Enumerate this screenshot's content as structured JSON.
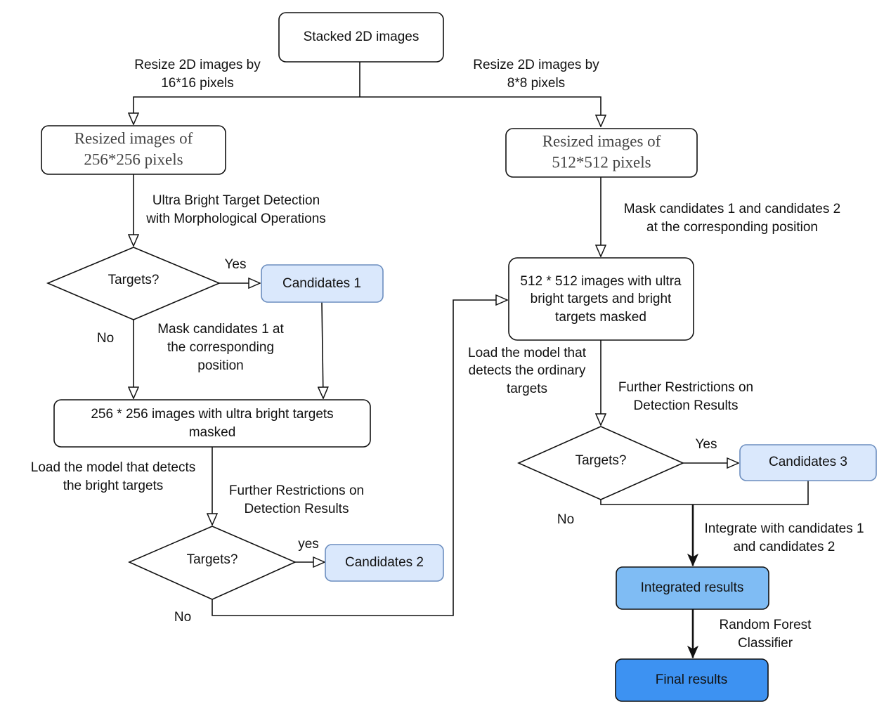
{
  "nodes": {
    "stacked": "Stacked 2D images",
    "resized256": [
      "Resized images of",
      "256*256 pixels"
    ],
    "resized512": [
      "Resized images of",
      "512*512 pixels"
    ],
    "diamond_left": "Targets?",
    "diamond_mid": "Targets?",
    "diamond_right": "Targets?",
    "cand1": "Candidates 1",
    "cand2": "Candidates 2",
    "cand3": "Candidates 3",
    "masked256": [
      "256 * 256 images with ultra bright targets",
      "masked"
    ],
    "masked512": [
      "512 * 512 images with ultra",
      "bright targets and bright",
      "targets masked"
    ],
    "integrated": "Integrated  results",
    "final": "Final results"
  },
  "labels": {
    "resize16": [
      "Resize 2D  images by",
      "16*16 pixels"
    ],
    "resize8": [
      "Resize 2D  images by",
      "8*8 pixels"
    ],
    "ultra_bright": [
      "Ultra Bright Target Detection",
      "with Morphological Operations"
    ],
    "mask_12": [
      "Mask candidates 1 and candidates 2",
      "at the corresponding position"
    ],
    "yes_1": "Yes",
    "no_1": "No",
    "mask_1": [
      "Mask candidates 1 at",
      "the corresponding",
      "position"
    ],
    "load_bright": [
      "Load the model that detects",
      "the bright targets"
    ],
    "restrict_left": [
      "Further Restrictions on",
      "Detection Results"
    ],
    "yes_2": "yes",
    "no_2": "No",
    "load_ordinary": [
      "Load the model that",
      "detects the ordinary",
      "targets"
    ],
    "restrict_right": [
      "Further Restrictions on",
      "Detection Results"
    ],
    "yes_3": "Yes",
    "no_3": "No",
    "integrate": [
      "Integrate with candidates 1",
      "and candidates 2"
    ],
    "rf": [
      "Random Forest",
      "Classifier"
    ]
  }
}
